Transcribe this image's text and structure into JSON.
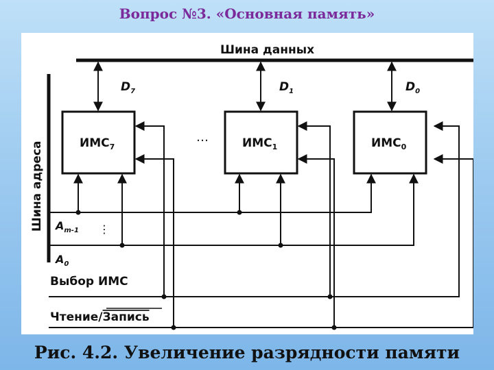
{
  "slide": {
    "title": "Вопрос №3. «Основная память»",
    "caption": "Рис. 4.2. Увеличение разрядности памяти"
  },
  "diagram": {
    "data_bus_label": "Шина данных",
    "address_bus_label": "Шина адреса",
    "chips": [
      {
        "name": "ИМС",
        "sub": "7",
        "data_line": "D",
        "data_sub": "7"
      },
      {
        "name": "ИМС",
        "sub": "1",
        "data_line": "D",
        "data_sub": "1"
      },
      {
        "name": "ИМС",
        "sub": "0",
        "data_line": "D",
        "data_sub": "0"
      }
    ],
    "ellipsis": "…",
    "addr_lines": [
      {
        "name": "A",
        "sub": "m-1"
      },
      {
        "name": "A",
        "sub": "0"
      }
    ],
    "vdots": "⋮",
    "chip_select_label": "Выбор ИМС",
    "rw_label_read": "Чтение/",
    "rw_label_write": "Запись"
  }
}
